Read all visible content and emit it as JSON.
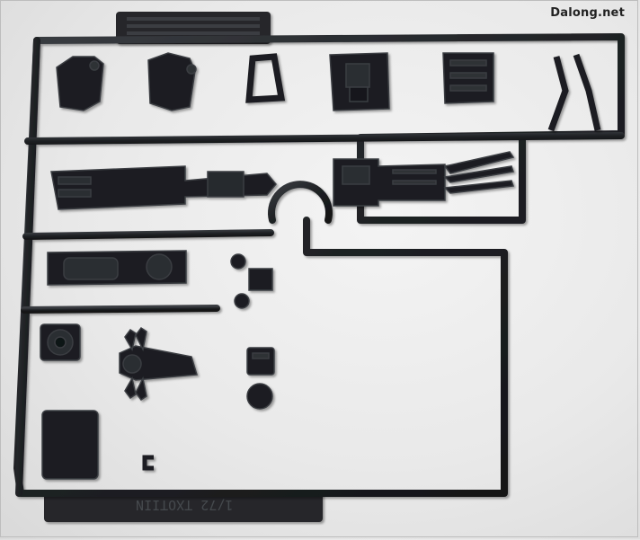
{
  "photo": {
    "subject": "black plastic model kit sprue (runner) with parts",
    "background_color": "#ebebeb",
    "plastic_color": "#1d1f22"
  },
  "watermark": {
    "text": "Dalong.net"
  },
  "tags": {
    "top_tag_text": "",
    "bottom_tag_text": "1/72 TXOTIIN"
  },
  "icons": {
    "sprue_frame": "sprue-frame-icon",
    "parts": "model-part-icon"
  }
}
